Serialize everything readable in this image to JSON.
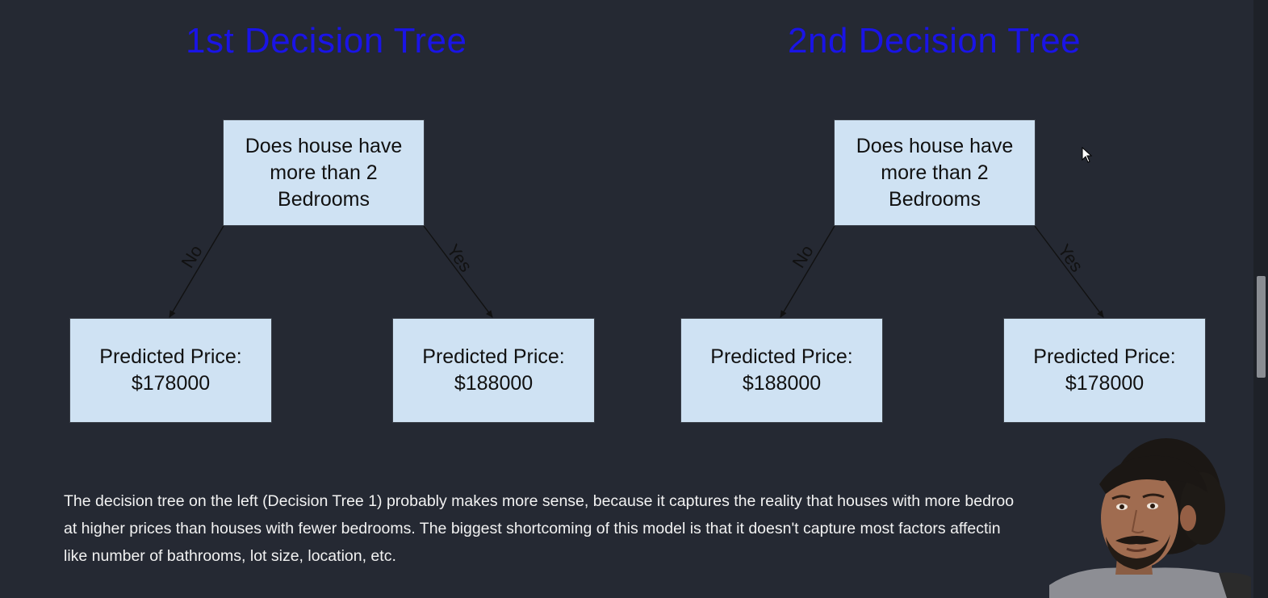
{
  "trees": [
    {
      "title": "1st Decision Tree",
      "root": "Does house have more than 2 Bedrooms",
      "root_lines": [
        "Does house have",
        "more than 2",
        "Bedrooms"
      ],
      "no_label": "No",
      "yes_label": "Yes",
      "left_leaf_lines": [
        "Predicted Price:",
        "$178000"
      ],
      "right_leaf_lines": [
        "Predicted Price:",
        "$188000"
      ]
    },
    {
      "title": "2nd Decision Tree",
      "root": "Does house have more than 2 Bedrooms",
      "root_lines": [
        "Does house have",
        "more than 2",
        "Bedrooms"
      ],
      "no_label": "No",
      "yes_label": "Yes",
      "left_leaf_lines": [
        "Predicted Price:",
        "$188000"
      ],
      "right_leaf_lines": [
        "Predicted Price:",
        "$178000"
      ]
    }
  ],
  "paragraph_lines": [
    "The decision tree on the left (Decision Tree 1) probably makes more sense, because it captures the reality that houses with more bedroo",
    "at higher prices than houses with fewer bedrooms. The biggest shortcoming of this model is that it doesn't capture most factors affectin",
    "like number of bathrooms, lot size, location, etc."
  ],
  "colors": {
    "background": "#252933",
    "title": "#1a14e6",
    "node_fill": "#cfe2f3",
    "text": "#f2f2f2"
  },
  "icons": {
    "cursor": "mouse-pointer-icon",
    "webcam": "presenter-webcam"
  }
}
